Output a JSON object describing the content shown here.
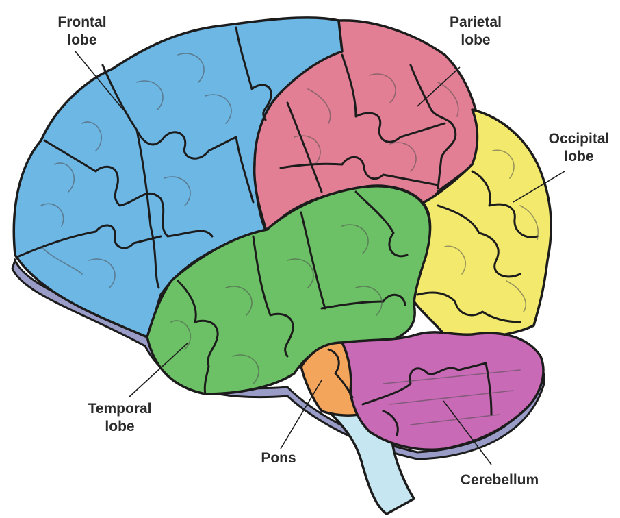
{
  "labels": {
    "frontal": [
      "Frontal",
      "lobe"
    ],
    "parietal": [
      "Parietal",
      "lobe"
    ],
    "occipital": [
      "Occipital",
      "lobe"
    ],
    "temporal": [
      "Temporal",
      "lobe"
    ],
    "pons": "Pons",
    "cerebellum": "Cerebellum"
  },
  "colors": {
    "frontal": "#6db7e5",
    "parietal": "#e27f95",
    "occipital": "#f3ea6d",
    "temporal": "#6cc065",
    "pons": "#f4a55c",
    "cerebellum": "#c86ab5",
    "brainstem": "#c6e6f1",
    "underside": "#9a9cc8",
    "outline": "#1c1c1c"
  }
}
